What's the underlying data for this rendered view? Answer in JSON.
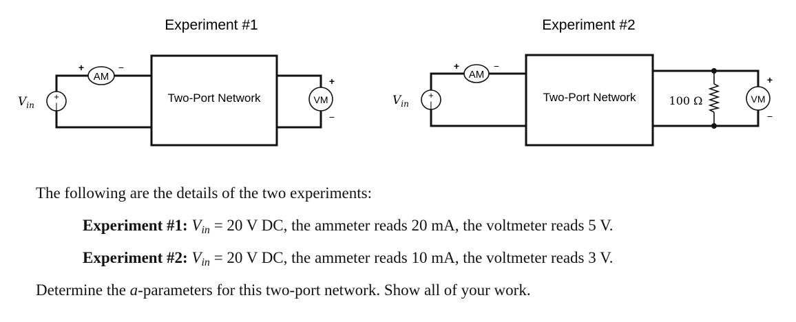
{
  "experiment1": {
    "title": "Experiment #1",
    "network_label": "Two-Port Network",
    "source_label": "V",
    "source_sub": "in",
    "ammeter": "AM",
    "voltmeter": "VM",
    "plus": "+",
    "minus": "−"
  },
  "experiment2": {
    "title": "Experiment #2",
    "network_label": "Two-Port Network",
    "source_label": "V",
    "source_sub": "in",
    "ammeter": "AM",
    "voltmeter": "VM",
    "resistor_label": "100 Ω",
    "plus": "+",
    "minus": "−"
  },
  "text": {
    "intro": "The following are the details of the two experiments:",
    "exp1_bold": "Experiment #1:",
    "exp1_v": "V",
    "exp1_sub": "in",
    "exp1_rest": " = 20 V DC, the ammeter reads 20 mA, the voltmeter reads 5 V.",
    "exp2_bold": "Experiment #2:",
    "exp2_v": "V",
    "exp2_sub": "in",
    "exp2_rest": " = 20 V DC, the ammeter reads 10 mA, the voltmeter reads 3 V.",
    "question_pre": "Determine the ",
    "question_a": "a",
    "question_post": "-parameters for this two-port network. Show all of your work."
  }
}
